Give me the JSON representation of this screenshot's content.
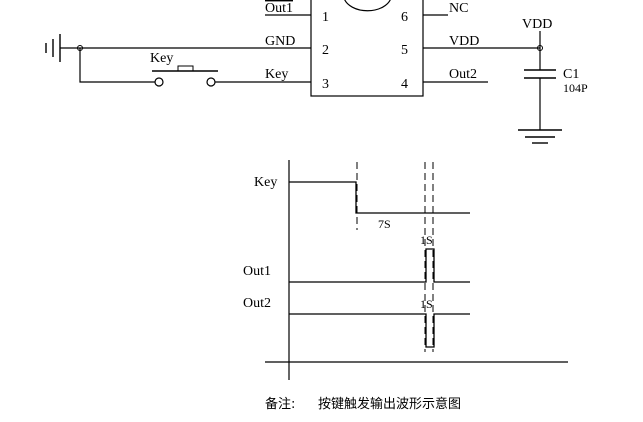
{
  "schematic": {
    "chip": {
      "pins": {
        "p1": {
          "number": "1",
          "label": "Out1"
        },
        "p2": {
          "number": "2",
          "label": "GND"
        },
        "p3": {
          "number": "3",
          "label": "Key"
        },
        "p4": {
          "number": "4",
          "label": "Out2"
        },
        "p5": {
          "number": "5",
          "label": "VDD"
        },
        "p6": {
          "number": "6",
          "label": "NC"
        }
      }
    },
    "key_switch_label": "Key",
    "supply_label": "VDD",
    "capacitor": {
      "ref": "C1",
      "value": "104P"
    }
  },
  "timing": {
    "signals": {
      "key": "Key",
      "out1": "Out1",
      "out2": "Out2"
    },
    "delay_label": "7S",
    "pulse1_label": "1S",
    "pulse2_label": "1S"
  },
  "caption": {
    "prefix": "备注:",
    "text": "按键触发输出波形示意图"
  }
}
